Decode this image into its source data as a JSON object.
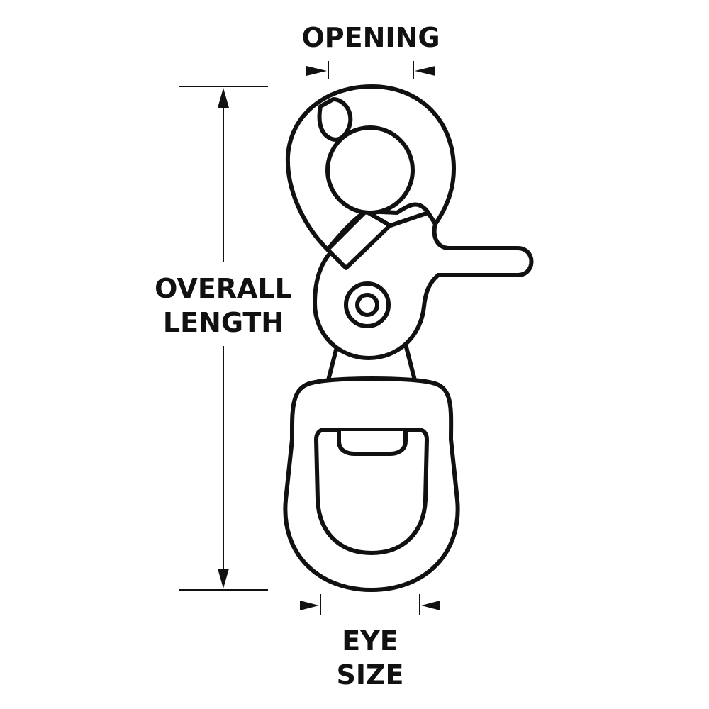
{
  "labels": {
    "opening": "OPENING",
    "overall_length_line1": "OVERALL",
    "overall_length_line2": "LENGTH",
    "eye_size_line1": "EYE",
    "eye_size_line2": "SIZE"
  },
  "colors": {
    "ink": "#111111",
    "background": "#ffffff"
  }
}
